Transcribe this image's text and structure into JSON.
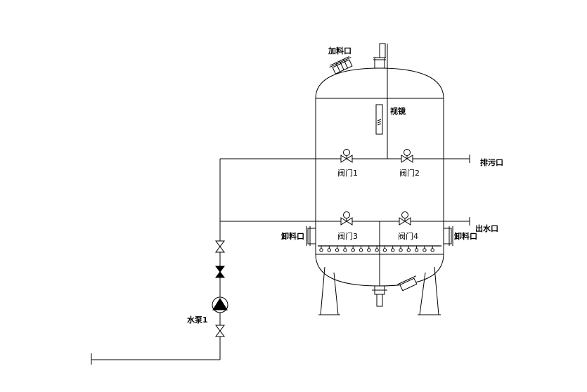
{
  "labels": {
    "feed_inlet": "加料口",
    "sight_glass": "视镜",
    "drain": "排污口",
    "water_outlet": "出水口",
    "discharge_left": "卸料口",
    "discharge_right": "卸料口",
    "pump": "水泵1",
    "valve1": "阀门1",
    "valve2": "阀门2",
    "valve3": "阀门3",
    "valve4": "阀门4"
  }
}
